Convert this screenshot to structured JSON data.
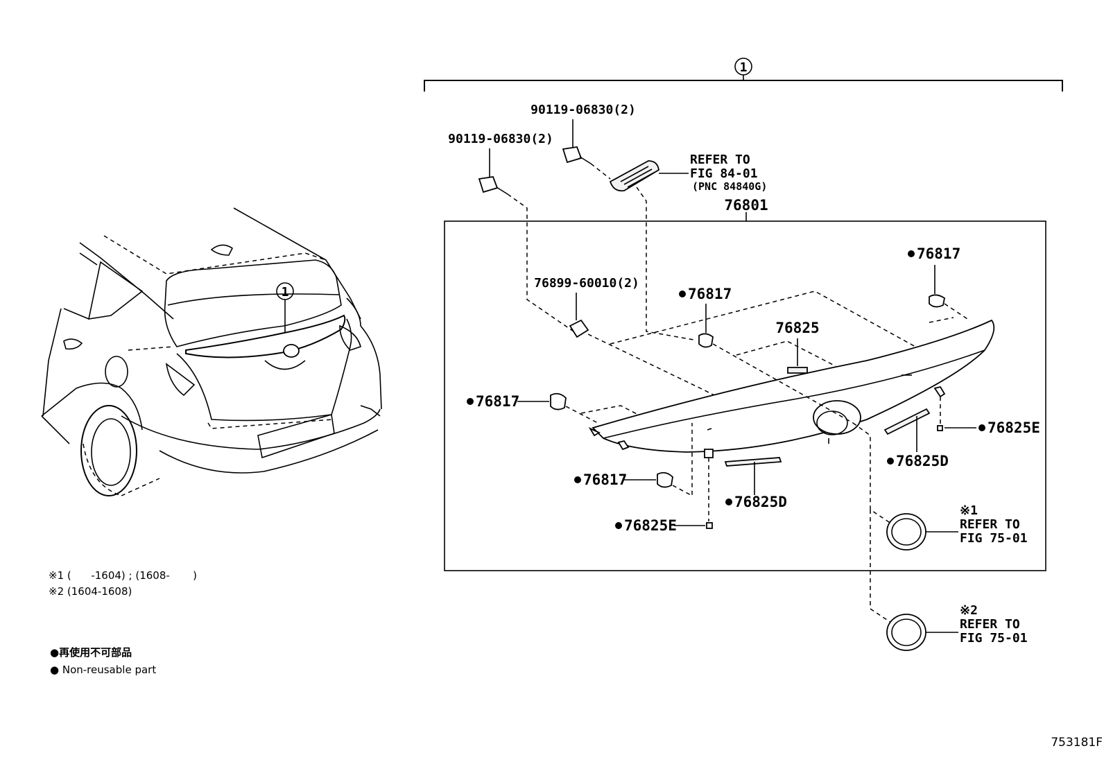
{
  "callout_number": "1",
  "parts": {
    "bolt_upper": "90119-06830(2)",
    "bolt_left": "90119-06830(2)",
    "lamp_ref_line1": "REFER TO",
    "lamp_ref_line2": "FIG 84-01",
    "lamp_ref_line3": "(PNC 84840G)",
    "garnish": "76801",
    "clip_nut": "76899-60010(2)",
    "clip_center": "76817",
    "clip_right_top": "76817",
    "clip_left": "76817",
    "clip_lower": "76817",
    "pad_center": "76825",
    "seal_e_right": "76825E",
    "seal_e_bottom": "76825E",
    "seal_d_right": "76825D",
    "seal_d_center": "76825D",
    "emblem1_mark": "※1",
    "emblem1_line1": "REFER TO",
    "emblem1_line2": "FIG 75-01",
    "emblem2_mark": "※2",
    "emblem2_line1": "REFER TO",
    "emblem2_line2": "FIG 75-01"
  },
  "notes": {
    "note1": "※1 (      -1604) ; (1608-       )",
    "note2": "※2 (1604-1608)",
    "legend_jp": "●再使用不可部品",
    "legend_en": "● Non-reusable part"
  },
  "figure_id": "753181F"
}
